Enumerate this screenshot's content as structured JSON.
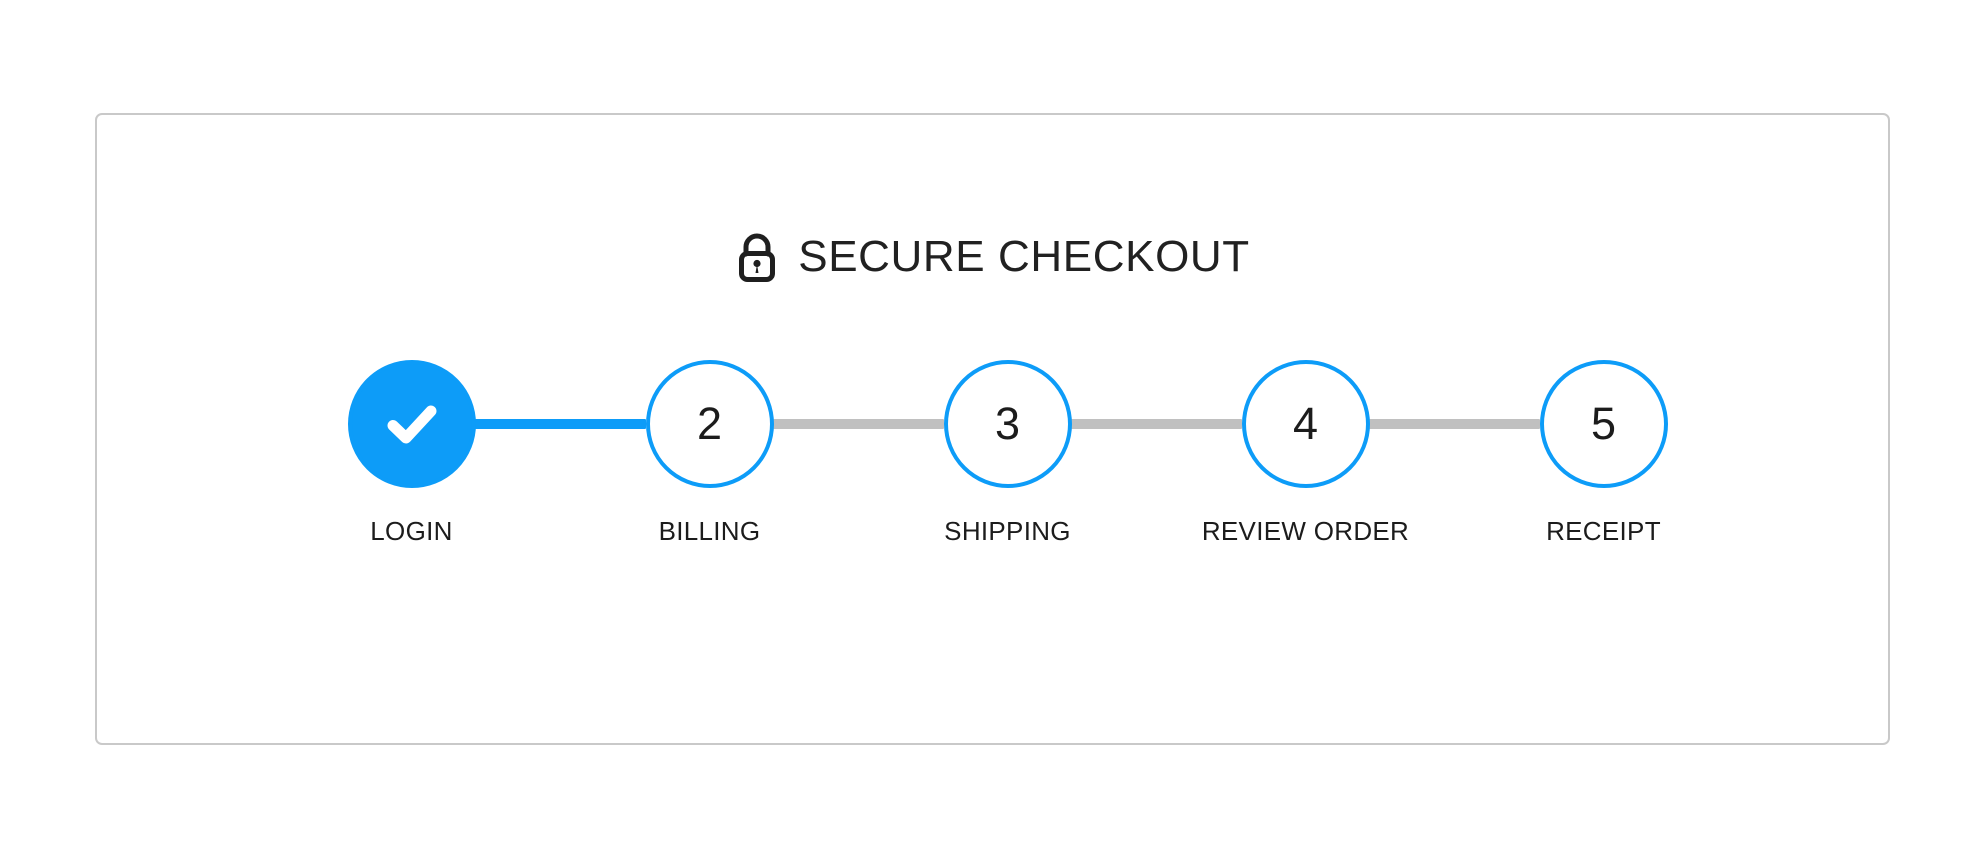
{
  "card": {
    "header": {
      "lock_icon": "lock-icon",
      "title": "SECURE CHECKOUT"
    },
    "stepper": {
      "accent_color": "#0d9cf8",
      "inactive_color": "#c0c0c0",
      "text_color": "#1c1c1c",
      "current_step": 2,
      "total_steps": 5,
      "steps": [
        {
          "number": "1",
          "label": "LOGIN",
          "state": "complete",
          "marker": "check-icon"
        },
        {
          "number": "2",
          "label": "BILLING",
          "state": "current",
          "marker": "2"
        },
        {
          "number": "3",
          "label": "SHIPPING",
          "state": "upcoming",
          "marker": "3"
        },
        {
          "number": "4",
          "label": "REVIEW ORDER",
          "state": "upcoming",
          "marker": "4"
        },
        {
          "number": "5",
          "label": "RECEIPT",
          "state": "upcoming",
          "marker": "5"
        }
      ],
      "connectors": [
        {
          "from": "1",
          "to": "2",
          "state": "done"
        },
        {
          "from": "2",
          "to": "3",
          "state": "todo"
        },
        {
          "from": "3",
          "to": "4",
          "state": "todo"
        },
        {
          "from": "4",
          "to": "5",
          "state": "todo"
        }
      ]
    }
  }
}
